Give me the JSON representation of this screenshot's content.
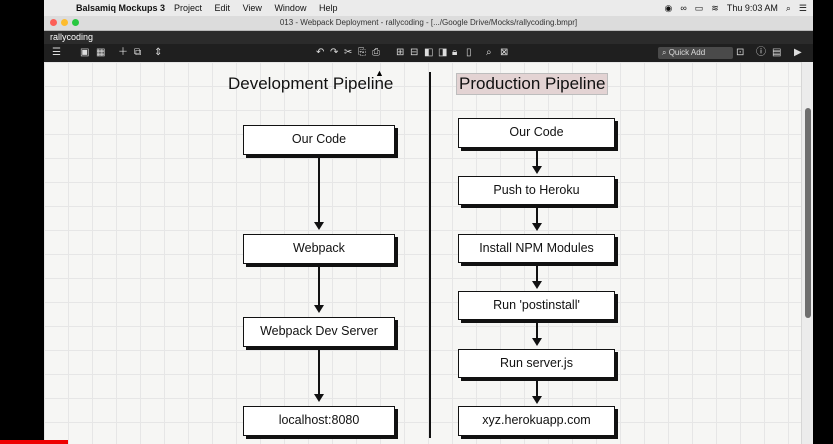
{
  "menubar": {
    "apple": "",
    "app_name": "Balsamiq Mockups 3",
    "menus": [
      "Project",
      "Edit",
      "View",
      "Window",
      "Help"
    ],
    "clock": "Thu 9:03 AM"
  },
  "window": {
    "title": "013 - Webpack Deployment - rallycoding - [.../Google Drive/Mocks/rallycoding.bmpr]"
  },
  "project": {
    "name": "rallycoding"
  },
  "toolbar": {
    "quick_add": "Quick Add"
  },
  "canvas": {
    "dev_heading": "Development Pipeline",
    "prod_heading": "Production Pipeline",
    "dev_steps": [
      "Our Code",
      "Webpack",
      "Webpack Dev Server",
      "localhost:8080"
    ],
    "prod_steps": [
      "Our Code",
      "Push to Heroku",
      "Install NPM Modules",
      "Run 'postinstall'",
      "Run server.js",
      "xyz.herokuapp.com"
    ]
  }
}
